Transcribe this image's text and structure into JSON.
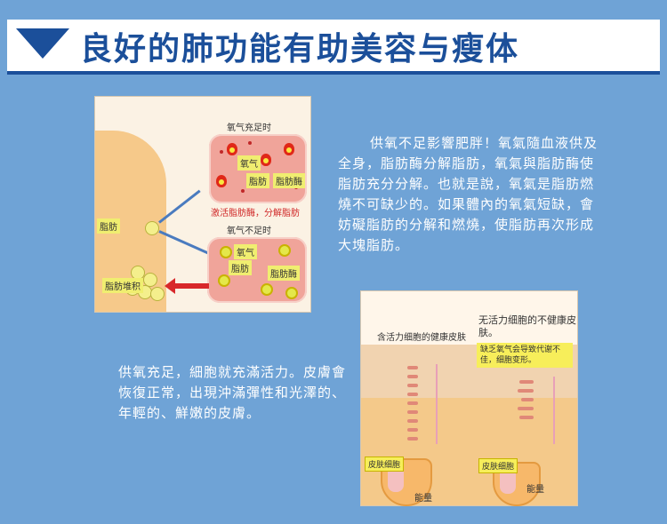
{
  "header": {
    "title": "良好的肺功能有助美容与瘦体"
  },
  "diagram1": {
    "oxygen_enough": "氧气充足时",
    "oxygen_label": "氧气",
    "fat_label": "脂肪",
    "enzyme_label": "脂肪酶",
    "activate_text": "激活脂肪酶，分解脂肪",
    "oxygen_lacking": "氧气不足时",
    "fat_left_label": "脂肪",
    "fat_pile_label": "脂肪堆积"
  },
  "paragraph1": "供氧不足影響肥胖！氧氣隨血液供及全身，脂肪酶分解脂肪，氧氣與脂肪酶使脂肪充分分解。也就是說，氧氣是脂肪燃燒不可缺少的。如果體內的氧氣短缺，會妨礙脂肪的分解和燃燒，使脂肪再次形成大塊脂肪。",
  "paragraph2": "供氧充足，細胞就充滿活力。皮膚會恢復正常，出現沖滿彈性和光澤的、年輕的、鮮嫩的皮膚。",
  "diagram2": {
    "healthy_skin": "含活力细胞的健康皮肤",
    "unhealthy_skin": "无活力细胞的不健康皮肤。",
    "note": "缺乏氧气会导致代谢不佳，细胞变形。",
    "skin_cell_left": "皮肤细胞",
    "skin_cell_right": "皮肤细胞",
    "energy_left": "能量",
    "energy_right": "能量"
  }
}
